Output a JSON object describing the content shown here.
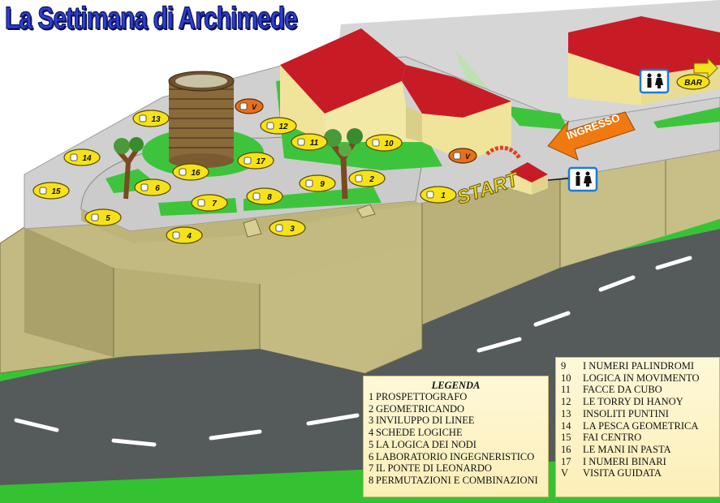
{
  "title": "La Settimana di Archimede",
  "labels": {
    "ingresso": "INGRESSO",
    "start": "START",
    "bar": "BAR"
  },
  "colors": {
    "title": "#2f3fd0",
    "roof": "#cc1f2a",
    "grass": "#3ec43c",
    "wall": "#bdb47a",
    "road": "#4a4f4f",
    "marker": "#f6e21a",
    "marker_v": "#e8701c",
    "arrow": "#f07a10"
  },
  "markers": [
    {
      "id": "1",
      "label": "1"
    },
    {
      "id": "2",
      "label": "2"
    },
    {
      "id": "3",
      "label": "3"
    },
    {
      "id": "4",
      "label": "4"
    },
    {
      "id": "5",
      "label": "5"
    },
    {
      "id": "6",
      "label": "6"
    },
    {
      "id": "7",
      "label": "7"
    },
    {
      "id": "8",
      "label": "8"
    },
    {
      "id": "9",
      "label": "9"
    },
    {
      "id": "10",
      "label": "10"
    },
    {
      "id": "11",
      "label": "11"
    },
    {
      "id": "12",
      "label": "12"
    },
    {
      "id": "13",
      "label": "13"
    },
    {
      "id": "14",
      "label": "14"
    },
    {
      "id": "15",
      "label": "15"
    },
    {
      "id": "16",
      "label": "16"
    },
    {
      "id": "17",
      "label": "17"
    },
    {
      "id": "V1",
      "label": "V"
    },
    {
      "id": "V2",
      "label": "V"
    }
  ],
  "icons": [
    "restroom-icon",
    "restroom-icon",
    "bar-arrow-icon",
    "ingresso-arrow-icon",
    "tree-icon",
    "tower-icon"
  ],
  "legend": {
    "title": "LEGENDA",
    "left": [
      {
        "num": "1",
        "text": "PROSPETTOGRAFO"
      },
      {
        "num": "2",
        "text": "GEOMETRICANDO"
      },
      {
        "num": "3",
        "text": "INVILUPPO DI LINEE"
      },
      {
        "num": "4",
        "text": "SCHEDE LOGICHE"
      },
      {
        "num": "5",
        "text": "LA LOGICA DEI NODI"
      },
      {
        "num": "6",
        "text": "LABORATORIO INGEGNERISTICO"
      },
      {
        "num": "7",
        "text": "IL PONTE DI LEONARDO"
      },
      {
        "num": "8",
        "text": "PERMUTAZIONI E COMBINAZIONI"
      }
    ],
    "right": [
      {
        "num": "9",
        "text": "I NUMERI PALINDROMI"
      },
      {
        "num": "10",
        "text": "LOGICA IN MOVIMENTO"
      },
      {
        "num": "11",
        "text": "FACCE DA CUBO"
      },
      {
        "num": "12",
        "text": "LE TORRY DI HANOY"
      },
      {
        "num": "13",
        "text": "INSOLITI PUNTINI"
      },
      {
        "num": "14",
        "text": "LA PESCA GEOMETRICA"
      },
      {
        "num": "15",
        "text": "FAI CENTRO"
      },
      {
        "num": "16",
        "text": "LE MANI IN PASTA"
      },
      {
        "num": "17",
        "text": "I NUMERI BINARI"
      },
      {
        "num": "V",
        "text": "VISITA GUIDATA"
      }
    ]
  }
}
